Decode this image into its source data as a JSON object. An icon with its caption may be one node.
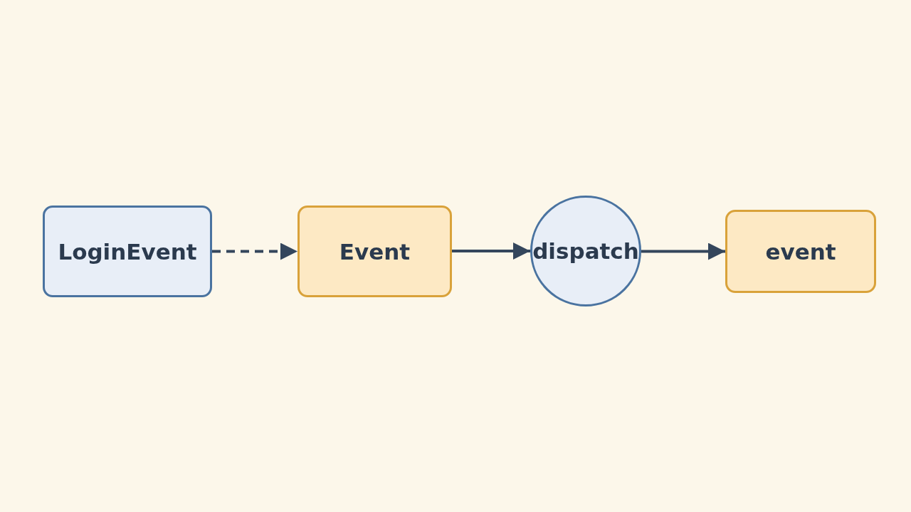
{
  "diagram": {
    "nodes": [
      {
        "text": [
          "LoginEvent"
        ]
      },
      {
        "text": [
          "Event"
        ]
      },
      {
        "text": [
          "dispatch"
        ]
      },
      {
        "text": [
          "event"
        ]
      }
    ],
    "edges": [
      {
        "from": 0,
        "to": 1,
        "arrow": "to",
        "style": "dashed"
      },
      {
        "from": 1,
        "to": 2,
        "arrow": "to"
      },
      {
        "from": 2,
        "to": 3,
        "arrow": "to"
      }
    ]
  }
}
